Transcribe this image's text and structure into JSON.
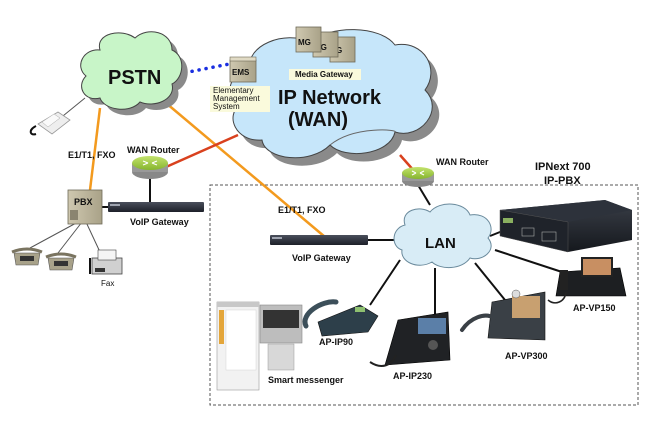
{
  "diagram": {
    "clouds": {
      "pstn": "PSTN",
      "ip_network_line1": "IP Network",
      "ip_network_line2": "(WAN)",
      "lan": "LAN"
    },
    "labels": {
      "ems_box": "EMS",
      "ems_caption_line1": "Elementary",
      "ems_caption_line2": "Management",
      "ems_caption_line3": "System",
      "mg_box_1": "MG",
      "mg_box_2": "MG",
      "mg_box_3": "G",
      "media_gateway": "Media Gateway",
      "wan_router_left": "WAN Router",
      "wan_router_right": "WAN Router",
      "e1t1_left": "E1/T1, FXO",
      "e1t1_right": "E1/T1, FXO",
      "pbx": "PBX",
      "voip_gateway_left": "VoIP Gateway",
      "voip_gateway_right": "VoIP Gateway",
      "fax": "Fax",
      "ipnext_line1": "IPNext 700",
      "ipnext_line2": "IP-PBX",
      "ap_ip90": "AP-IP90",
      "ap_ip230": "AP-IP230",
      "ap_vp300": "AP-VP300",
      "ap_vp150": "AP-VP150",
      "smart_messenger": "Smart messenger"
    },
    "colors": {
      "pstn_fill": "#c8f5c8",
      "wan_fill": "#c6e6fa",
      "lan_fill": "#d8ecf6",
      "e1_line": "#f39a1e",
      "wan_link": "#d9411e",
      "signaling_dots": "#1a2fe0",
      "router_green": "#a6d24a",
      "caption_bg": "#fafadc"
    }
  }
}
